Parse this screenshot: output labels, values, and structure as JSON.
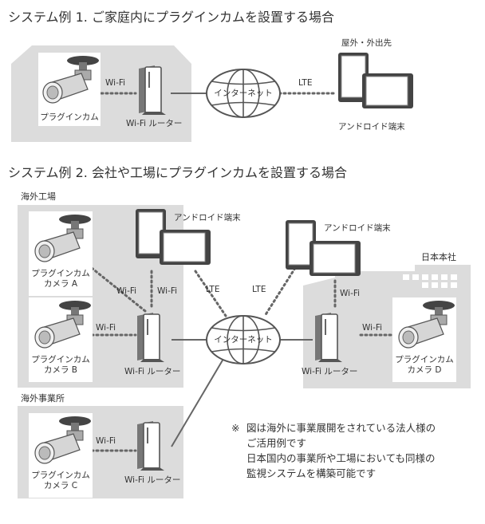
{
  "diagram1": {
    "title": "システム例 1. ご家庭内にプラグインカムを設置する場合",
    "camera_label": "プラグインカム",
    "router_label": "Wi-Fi ルーター",
    "wifi_link": "Wi-Fi",
    "internet_label": "インターネット",
    "lte_link": "LTE",
    "outside_label": "屋外・外出先",
    "device_label": "アンドロイド端末"
  },
  "diagram2": {
    "title": "システム例 2. 会社や工場にプラグインカムを設置する場合",
    "factory_label": "海外工場",
    "office_label": "海外事業所",
    "hq_label": "日本本社",
    "camera_a": [
      "プラグインカム",
      "カメラ A"
    ],
    "camera_b": [
      "プラグインカム",
      "カメラ B"
    ],
    "camera_c": [
      "プラグインカム",
      "カメラ C"
    ],
    "camera_d": [
      "プラグインカム",
      "カメラ D"
    ],
    "router_factory": "Wi-Fi ルーター",
    "router_office": "Wi-Fi ルーター",
    "router_hq": "Wi-Fi ルーター",
    "device_left": "アンドロイド端末",
    "device_right": "アンドロイド端末",
    "internet_label": "インターネット",
    "wifi_a": "Wi-Fi",
    "wifi_device": "Wi-Fi",
    "wifi_b": "Wi-Fi",
    "wifi_c": "Wi-Fi",
    "wifi_hq_device": "Wi-Fi",
    "wifi_d": "Wi-Fi",
    "lte_left": "LTE",
    "lte_right": "LTE"
  },
  "note": {
    "mark": "※",
    "lines": [
      "図は海外に事業展開をされている法人様の",
      "ご活用例です",
      "日本国内の事業所や工場においても同様の",
      "監視システムを構築可能です"
    ]
  }
}
